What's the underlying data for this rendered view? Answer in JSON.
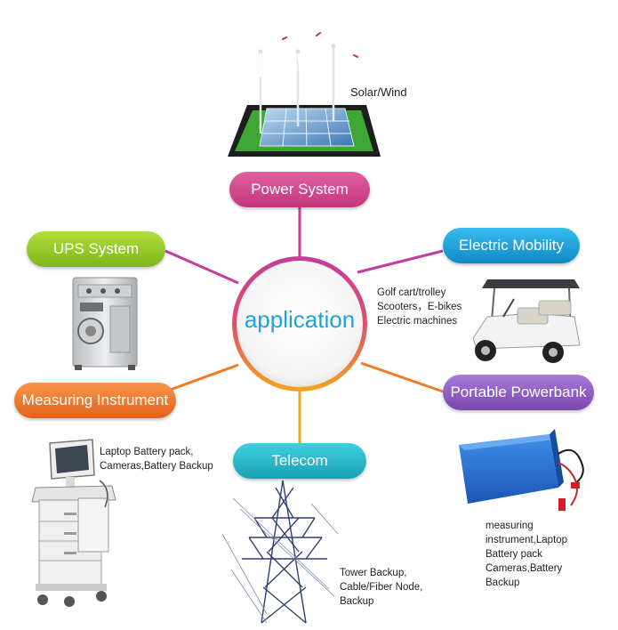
{
  "center": {
    "label": "application"
  },
  "categories": [
    {
      "key": "power_system",
      "label": "Power System",
      "color": "#d7468a",
      "note": [
        "Solar/Wind"
      ]
    },
    {
      "key": "ups_system",
      "label": "UPS System",
      "color": "#97c925",
      "note": []
    },
    {
      "key": "electric_mobility",
      "label": "Electric Mobility",
      "color": "#1da7dd",
      "note": [
        "Golf cart/trolley",
        "Scooters，E-bikes",
        "Electric machines"
      ]
    },
    {
      "key": "measuring_instrument",
      "label": "Measuring Instrument",
      "color": "#f07b27",
      "note": [
        "Laptop Battery pack,",
        "Cameras,Battery Backup"
      ]
    },
    {
      "key": "portable_powerbank",
      "label": "Portable Powerbank",
      "color": "#8d5cc0",
      "note": [
        "measuring",
        "instrument,Laptop",
        "Battery pack",
        "Cameras,Battery",
        "Backup"
      ]
    },
    {
      "key": "telecom",
      "label": "Telecom",
      "color": "#1fb3c4",
      "note": [
        "Tower Backup,",
        "Cable/Fiber Node,",
        "Backup"
      ]
    }
  ],
  "images": [
    "wind-solar-tablet-illustration",
    "ups-cabinet-illustration",
    "golf-cart-illustration",
    "medical-instrument-cart-illustration",
    "battery-pack-illustration",
    "power-tower-illustration"
  ]
}
